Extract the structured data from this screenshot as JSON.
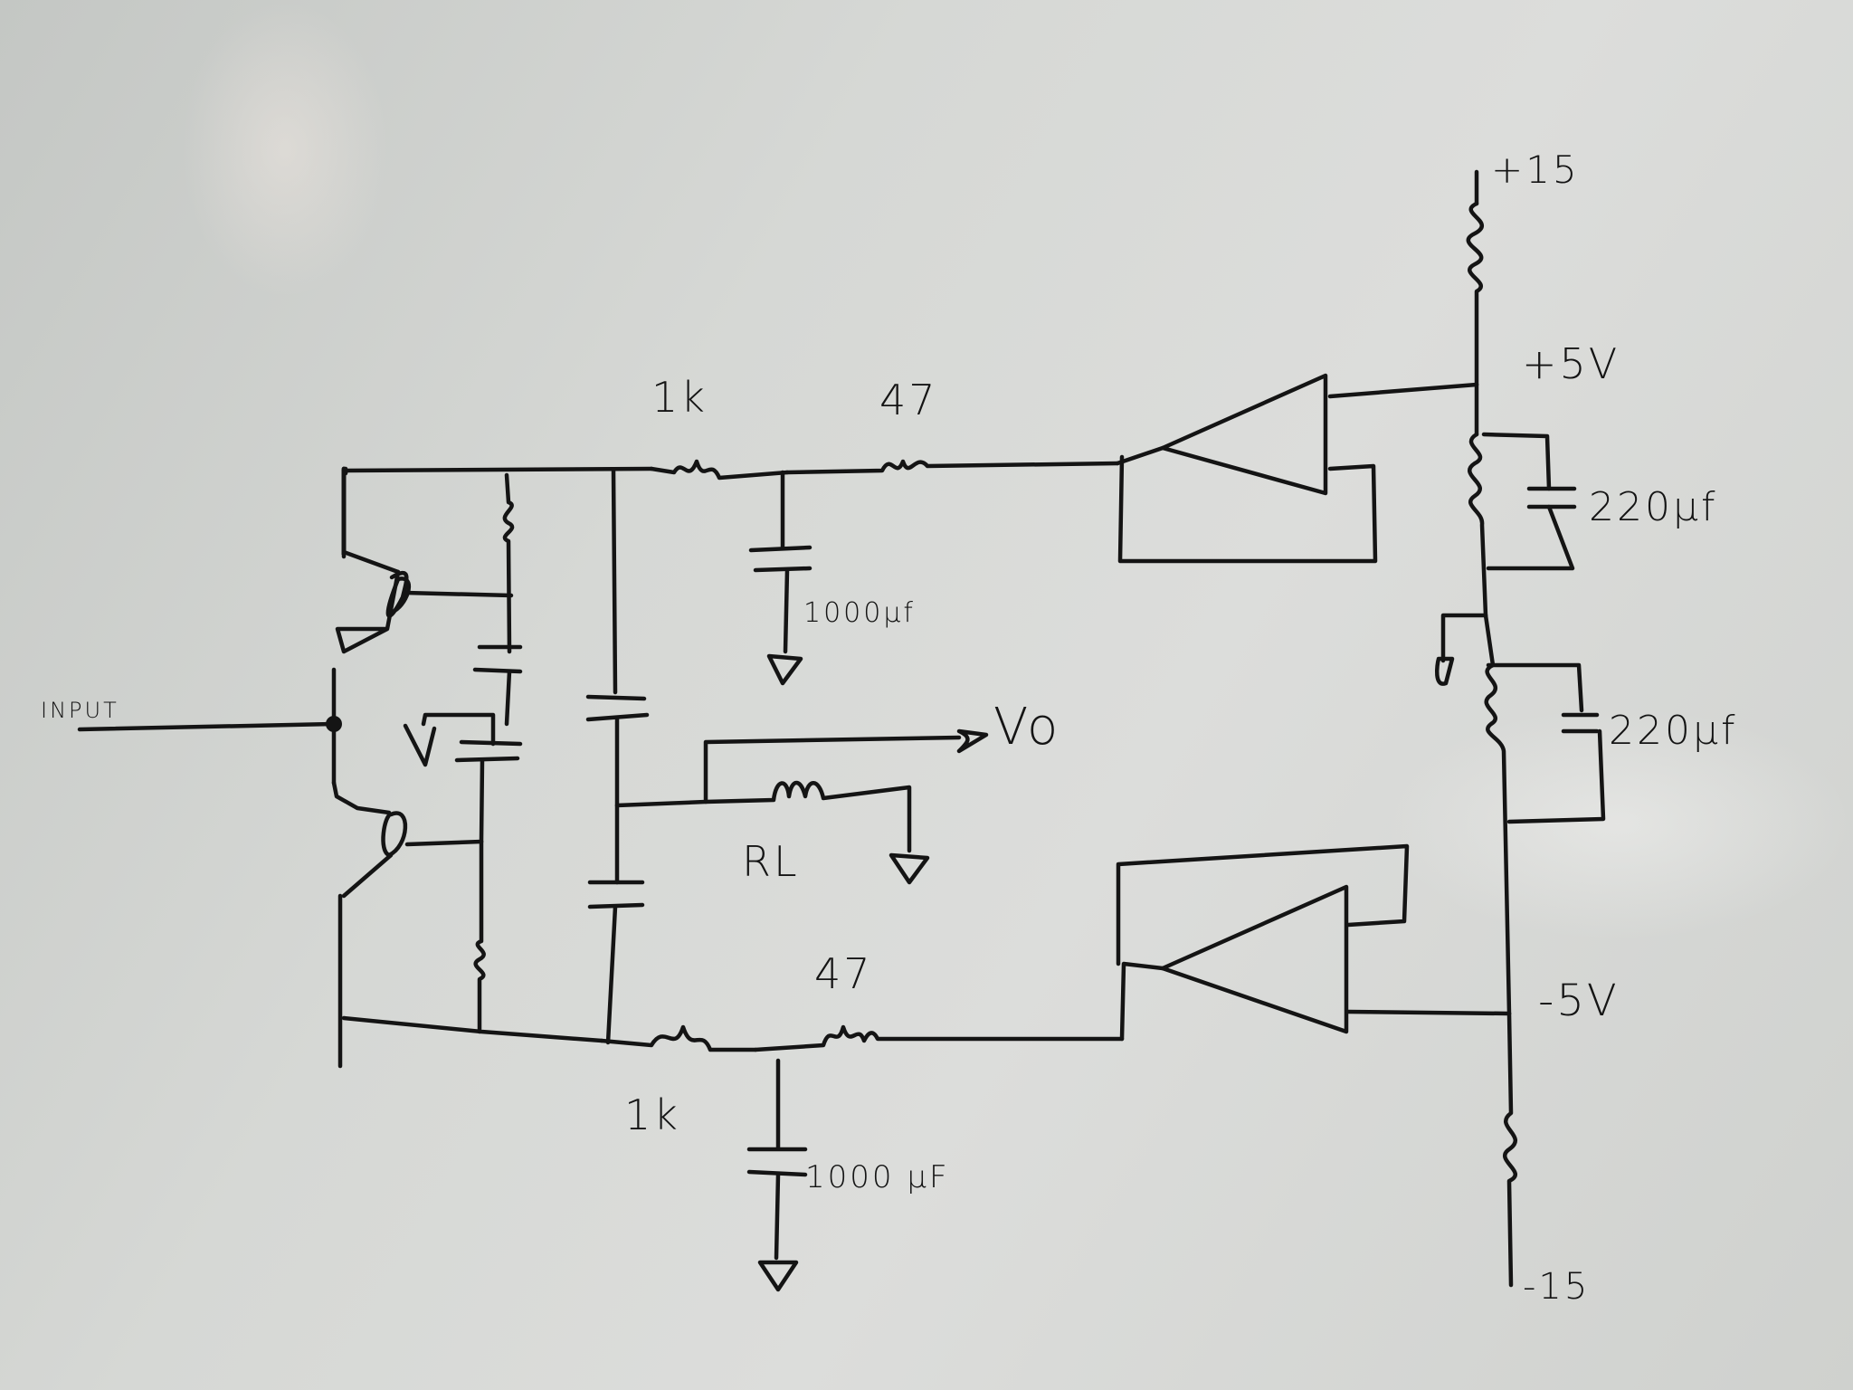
{
  "labels": {
    "input": "INPUT",
    "res_top_1k": "1k",
    "res_top_47": "47",
    "cap_top_1000": "1000μf",
    "vo": "Vo",
    "rl": "RL",
    "res_bot_47": "47",
    "res_bot_1k": "1k",
    "cap_bot_1000": "1000 μF",
    "plus15": "+15",
    "plus5v": "+5V",
    "cap_220_top": "220μf",
    "cap_220_bot": "220μf",
    "minus5v": "-5V",
    "minus15": "-15"
  },
  "colors": {
    "ink": "#141414",
    "paper": "#d6d8d5"
  }
}
